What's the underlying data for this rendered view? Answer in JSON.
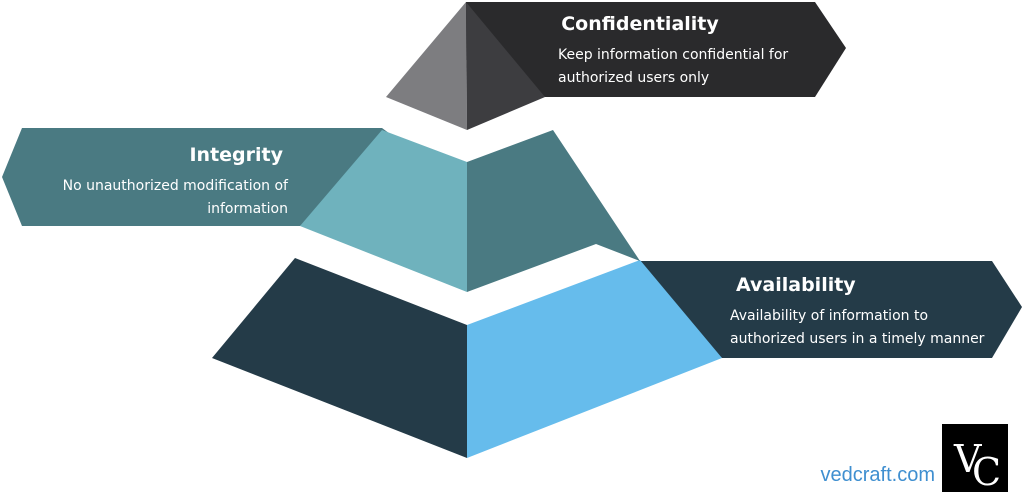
{
  "triad": [
    {
      "title": "Confidentiality",
      "lines": [
        "Keep information confidential for",
        "authorized users only"
      ]
    },
    {
      "title": "Integrity",
      "lines": [
        "No unauthorized modification of",
        "information"
      ]
    },
    {
      "title": "Availability",
      "lines": [
        "Availability of information to",
        "authorized users in a timely manner"
      ]
    }
  ],
  "brand": {
    "site": "vedcraft.com",
    "logo_letters": "VC"
  },
  "colors": {
    "confidentiality_banner": "#2a2a2c",
    "confidentiality_left": "#7d7d80",
    "confidentiality_right": "#3d3d40",
    "integrity_banner": "#4a7a82",
    "integrity_left": "#6fb2bd",
    "integrity_right": "#4a7a82",
    "availability_banner": "#243b48",
    "availability_left": "#243b48",
    "availability_right": "#66bcec",
    "text_light": "#ffffff",
    "brand_text": "#3f8fd0",
    "logo_bg": "#000000"
  }
}
